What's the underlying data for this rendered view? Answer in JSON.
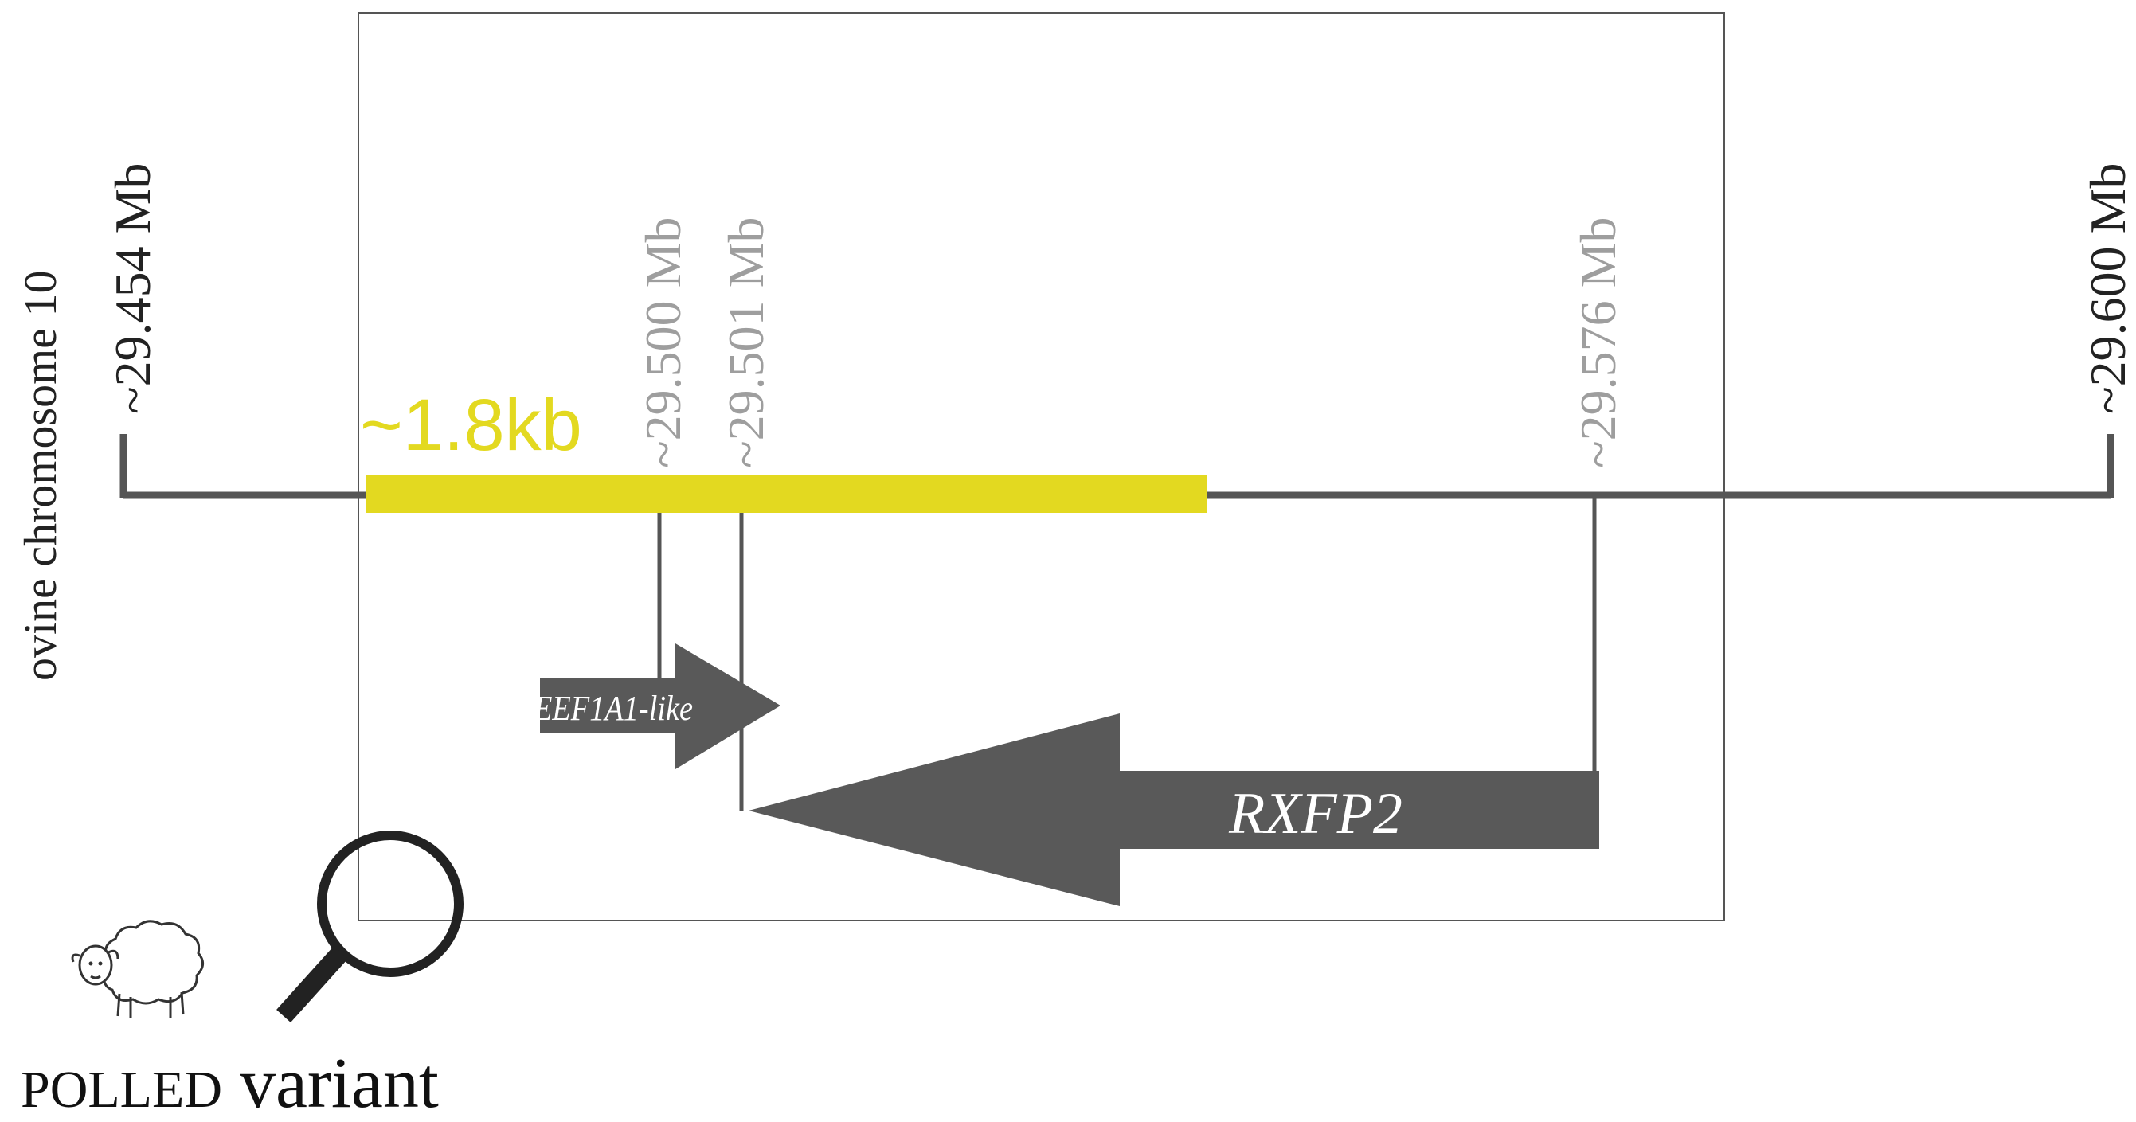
{
  "chromosome": {
    "label": "ovine chromosome 10",
    "start_label": "~29.454 Mb",
    "end_label": "~29.600 Mb"
  },
  "polled_region": {
    "size_label": "~1.8kb"
  },
  "positions": {
    "p1": "~29.500 Mb",
    "p2": "~29.501 Mb",
    "p3": "~29.576 Mb"
  },
  "genes": {
    "eef1a1": {
      "name": "EEF1A1-like",
      "strand": "forward"
    },
    "rxfp2": {
      "name": "RXFP2",
      "strand": "reverse"
    }
  },
  "legend": {
    "polled_word": "POLLED",
    "variant_word": "variant",
    "sheep_icon": "sheep-icon",
    "magnifier_icon": "magnifier-icon"
  },
  "colors": {
    "chromosome_line": "#555555",
    "polled_region": "#e3d920",
    "gene_arrow": "#595959",
    "position_label": "#9e9e9e",
    "frame": "#555555"
  }
}
